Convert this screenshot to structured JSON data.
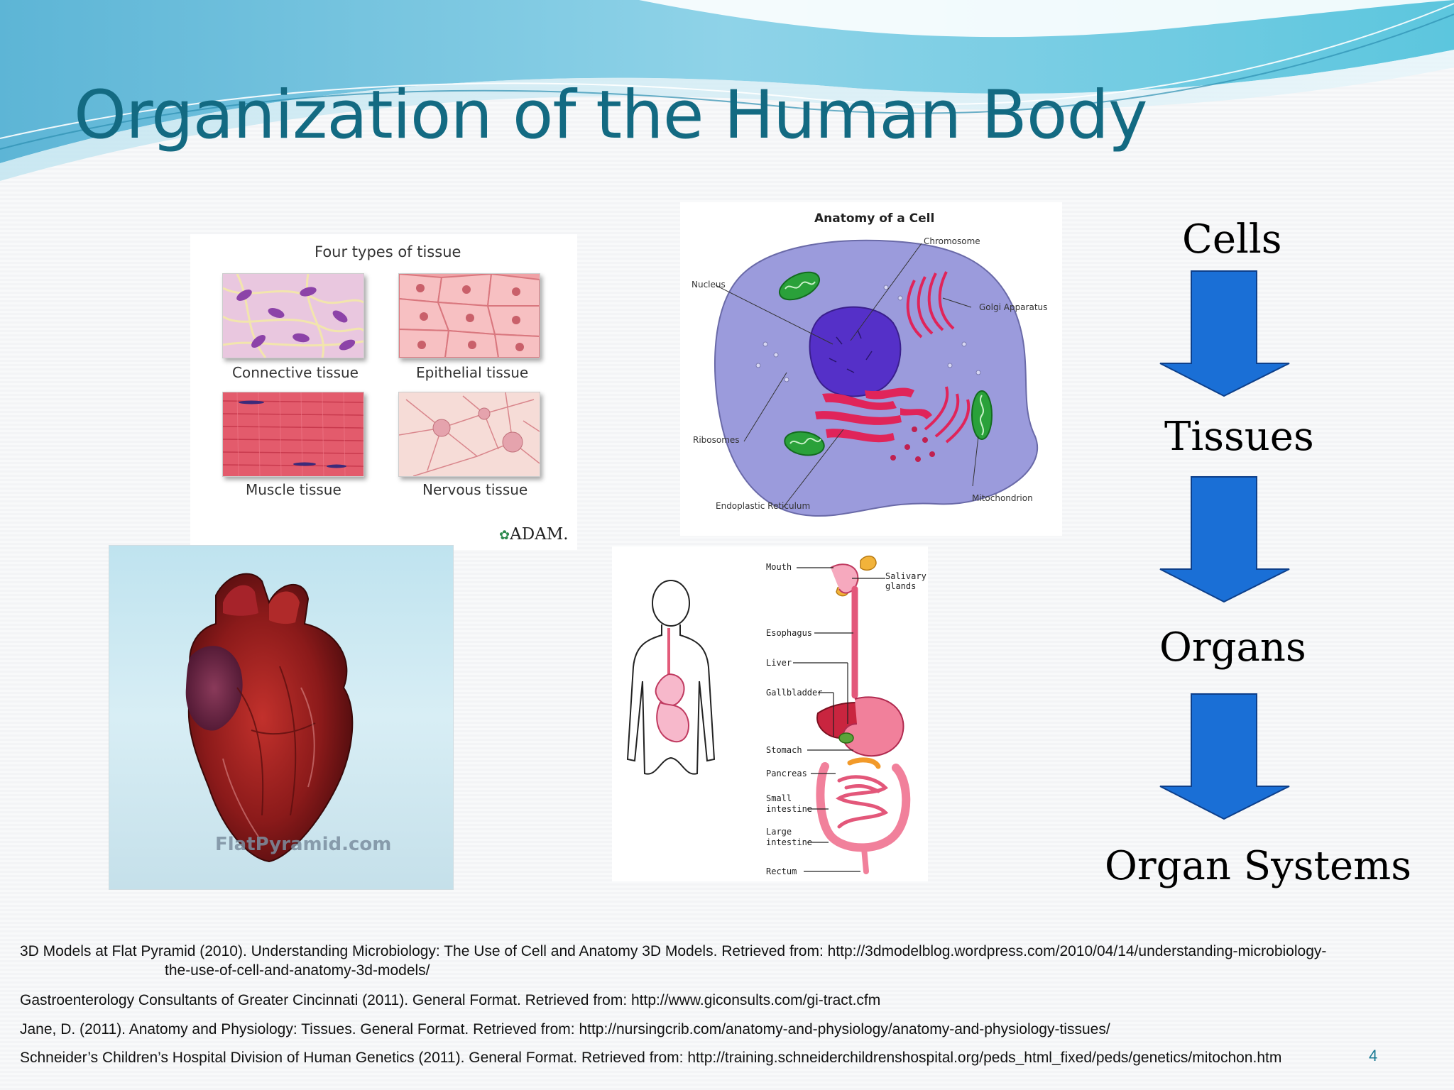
{
  "slide": {
    "title": "Organization of the Human Body",
    "page_number": "4"
  },
  "tissue_figure": {
    "heading": "Four types of tissue",
    "labels": [
      "Connective tissue",
      "Epithelial tissue",
      "Muscle tissue",
      "Nervous tissue"
    ],
    "credit": "ADAM."
  },
  "cell_figure": {
    "heading": "Anatomy of a Cell",
    "labels": {
      "chromosome": "Chromosome",
      "nucleus": "Nucleus",
      "golgi": "Golgi Apparatus",
      "ribosomes": "Ribosomes",
      "er": "Endoplastic Reticulum",
      "mitochondrion": "Mitochondrion"
    }
  },
  "heart_figure": {
    "watermark": "FlatPyramid.com"
  },
  "digestive_figure": {
    "labels": {
      "mouth": "Mouth",
      "salivary_1": "Salivary",
      "salivary_2": "glands",
      "esophagus": "Esophagus",
      "liver": "Liver",
      "gallbladder": "Gallbladder",
      "stomach": "Stomach",
      "pancreas": "Pancreas",
      "small_1": "Small",
      "small_2": "intestine",
      "large_1": "Large",
      "large_2": "intestine",
      "rectum": "Rectum"
    }
  },
  "hierarchy": [
    "Cells",
    "Tissues",
    "Organs",
    "Organ Systems"
  ],
  "references": [
    "3D Models at Flat Pyramid (2010). Understanding Microbiology: The Use of Cell and Anatomy 3D Models. Retrieved from: http://3dmodelblog.wordpress.com/2010/04/14/understanding-microbiology-",
    "the-use-of-cell-and-anatomy-3d-models/",
    "Gastroenterology Consultants of Greater Cincinnati (2011). General Format. Retrieved from: http://www.giconsults.com/gi-tract.cfm",
    "Jane, D. (2011). Anatomy and Physiology: Tissues. General Format. Retrieved from: http://nursingcrib.com/anatomy-and-physiology/anatomy-and-physiology-tissues/",
    "Schneider’s Children’s Hospital Division of Human Genetics (2011). General Format. Retrieved from: http://training.schneiderchildrenshospital.org/peds_html_fixed/peds/genetics/mitochon.htm"
  ],
  "colors": {
    "title": "#136a82",
    "arrow_fill": "#1a6fd6",
    "arrow_stroke": "#0d3f8a"
  }
}
